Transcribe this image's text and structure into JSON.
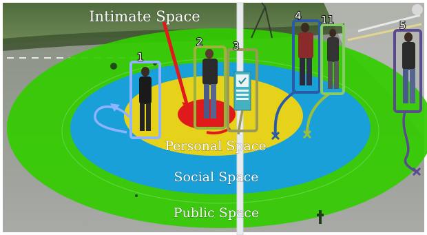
{
  "zones": {
    "intimate": "Intimate Space",
    "personal": "Personal Space",
    "social": "Social Space",
    "public": "Public Space"
  },
  "zone_colors": {
    "public": "#33cc00",
    "social": "#1aa0d8",
    "personal": "#e6d21a",
    "intimate": "#e01a1a"
  },
  "people": [
    {
      "id": "1",
      "box_color": "#8fb3ff",
      "trail_color": "#8fb3ff"
    },
    {
      "id": "2",
      "box_color": "#9bb53a",
      "trail_color": "#e01a1a"
    },
    {
      "id": "3",
      "box_color": "#9a9a55",
      "trail_color": "#9a9a55"
    },
    {
      "id": "4",
      "box_color": "#2a5aa8",
      "trail_color": "#2a5aa8"
    },
    {
      "id": "11",
      "box_color": "#88cc66",
      "trail_color": "#9bbf3a"
    },
    {
      "id": "5",
      "box_color": "#5a4a90",
      "trail_color": "#5a4a90"
    }
  ]
}
